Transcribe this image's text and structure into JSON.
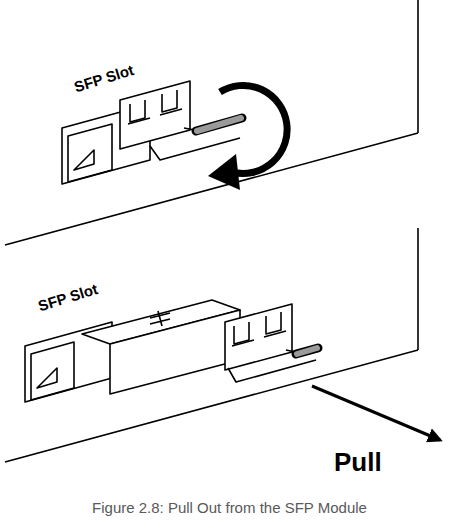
{
  "diagram": {
    "caption": "Figure 2.8: Pull Out from the SFP Module",
    "labels": [
      "SFP Slot",
      "SFP Slot",
      "Pull"
    ]
  }
}
